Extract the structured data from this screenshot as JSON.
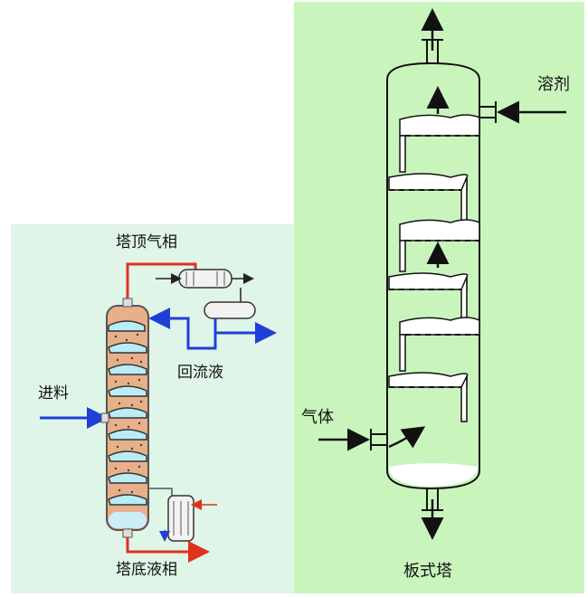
{
  "left_diagram": {
    "top_vapor_label": "塔顶气相",
    "feed_label": "进料",
    "reflux_label": "回流液",
    "bottom_liquid_label": "塔底液相"
  },
  "right_diagram": {
    "solvent_label": "溶剂",
    "gas_label": "气体",
    "title": "板式塔"
  },
  "colors": {
    "left_background": "#dff5e8",
    "right_background": "#c9f5bd",
    "vapor_line": "#e0301e",
    "liquid_line": "#1f3fd6",
    "column_fill": "#e8b08a",
    "foam": "#b9ecf5"
  }
}
